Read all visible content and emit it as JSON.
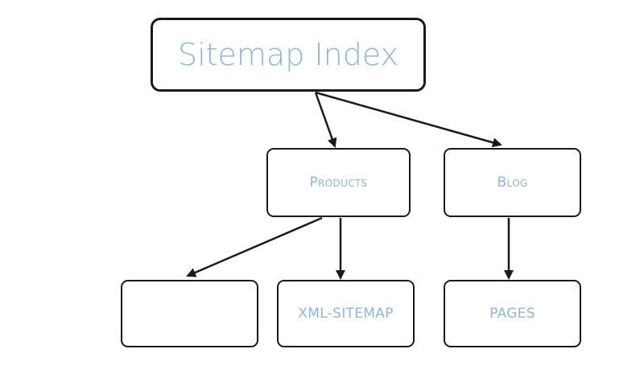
{
  "diagram": {
    "nodes": {
      "root": "Sitemap Index",
      "products": "Products",
      "blog": "Blog",
      "empty": "",
      "xml_sitemap": "XML-SITEMAP",
      "pages": "PAGES"
    },
    "edges": [
      {
        "from": "root",
        "to": "products"
      },
      {
        "from": "root",
        "to": "blog"
      },
      {
        "from": "products",
        "to": "empty"
      },
      {
        "from": "products",
        "to": "xml_sitemap"
      },
      {
        "from": "blog",
        "to": "pages"
      }
    ],
    "colors": {
      "text": "#8db6d8",
      "stroke": "#1a1a1a",
      "background": "#ffffff"
    }
  }
}
